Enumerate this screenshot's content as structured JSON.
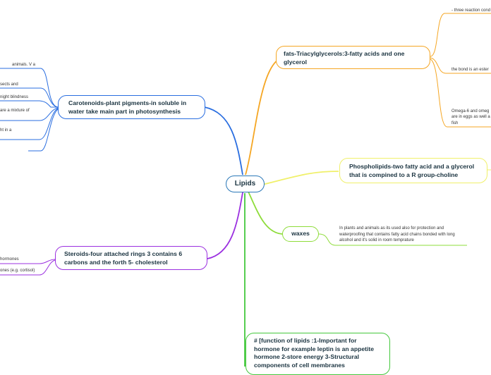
{
  "central": {
    "label": "Lipids"
  },
  "branches": {
    "fats": {
      "label": "fats-Triacylglycerols:3-fatty acids and one glycerol",
      "color": "#f5a623",
      "notes": [
        "- three reaction cond",
        "the bond is an ester",
        "Omega-6 and omeg",
        "are in eggs as well a",
        "fish"
      ]
    },
    "phospholipids": {
      "label": "Phospholipids-two fatty acid and a glycerol that is compined to a R group-choline",
      "color": "#f0f06a"
    },
    "waxes": {
      "label": "waxes",
      "color": "#8edc3a",
      "note": "In plants and animals as its used also for protection and waterproofing that contains fatty acid chains bonded with long alcohol and it's solid in room temprature"
    },
    "function": {
      "label": "# [function of lipids :1-Important for hormone for example leptin is an appetite hormone 2-store energy 3-Structural components  of cell membranes",
      "color": "#44c83c"
    },
    "carotenoids": {
      "label": "Carotenoids-plant pigments-in soluble in water take main part in photosynthesis",
      "color": "#2a6ee0",
      "notes": [
        "animals. V a",
        "sects and",
        "night blindness",
        "are a mixture of",
        "ht in a"
      ]
    },
    "steroids": {
      "label": "Steroids-four attached rings 3 contains 6 carbons and the forth 5- cholesterol",
      "color": "#9b30e0",
      "notes": [
        "hormones",
        "ones (e.g. cortisol)"
      ]
    }
  }
}
